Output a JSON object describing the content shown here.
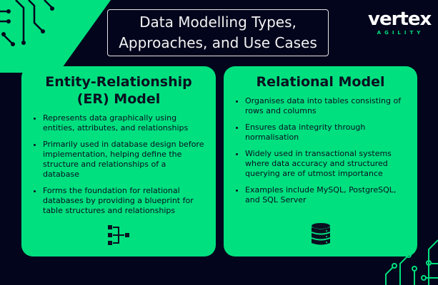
{
  "title": "Data Modelling Types, Approaches, and Use Cases",
  "logo": {
    "name": "vertex",
    "tagline": "AGILITY"
  },
  "colors": {
    "background": "#03051c",
    "accent": "#00e07f"
  },
  "cards": [
    {
      "heading": "Entity-Relationship (ER) Model",
      "icon": "hierarchy-icon",
      "bullets": [
        "Represents data graphically using entities, attributes, and relationships",
        "Primarily used in database design before implementation, helping define the structure and relationships of a database",
        "Forms the foundation for relational databases by providing a blueprint for table structures and relationships"
      ]
    },
    {
      "heading": "Relational Model",
      "icon": "database-icon",
      "bullets": [
        "Organises data into tables consisting of rows and columns",
        "Ensures data integrity through normalisation",
        "Widely used in transactional systems where data accuracy and structured querying are of utmost importance",
        "Examples include MySQL, PostgreSQL, and SQL Server"
      ]
    }
  ]
}
